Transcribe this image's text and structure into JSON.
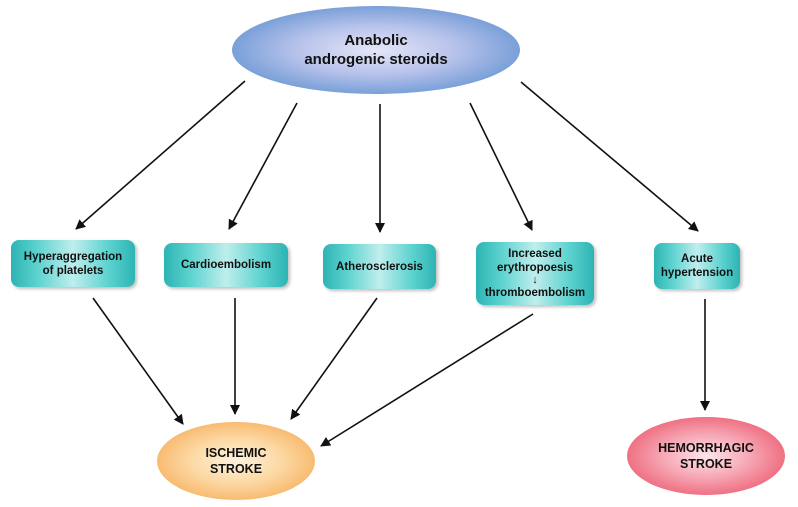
{
  "nodes": {
    "source": {
      "line1": "Anabolic",
      "line2": "androgenic steroids"
    },
    "platelets": {
      "line1": "Hyperaggregation",
      "line2": "of platelets"
    },
    "cardio": {
      "label": "Cardioembolism"
    },
    "athero": {
      "label": "Atherosclerosis"
    },
    "erythro": {
      "line1": "Increased",
      "line2": "erythropoesis",
      "arrow": "↓",
      "line3": "thromboembolism"
    },
    "hypertension": {
      "line1": "Acute",
      "line2": "hypertension"
    },
    "ischemic": {
      "line1": "ISCHEMIC",
      "line2": "STROKE"
    },
    "hemorrhagic": {
      "line1": "HEMORRHAGIC",
      "line2": "STROKE"
    }
  },
  "colors": {
    "box_teal": "#2cb4b3",
    "source_blue": "#3a86cc",
    "ischemic_orange": "#f7b262",
    "hemorrhagic_red": "#e44a5f",
    "arrow": "#111111"
  }
}
